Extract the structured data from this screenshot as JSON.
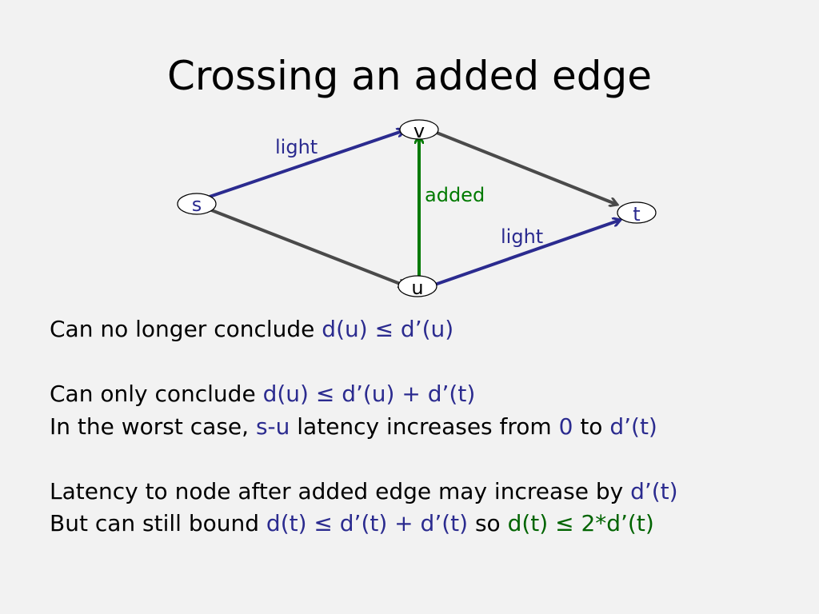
{
  "slide": {
    "title": "Crossing an added edge",
    "diagram": {
      "nodes": {
        "s": "s",
        "t": "t",
        "u": "u",
        "v": "v"
      },
      "edge_labels": {
        "sv": "light",
        "vu": "added",
        "ut": "light"
      },
      "colors": {
        "light": "#2b2b8f",
        "added": "#007a00",
        "plain": "#4a4a4a"
      }
    },
    "text": {
      "line1": {
        "a": "Can no longer conclude ",
        "b": "d(u) ≤ d’(u)"
      },
      "line2": {
        "a": "Can only conclude ",
        "b": "d(u) ≤ d’(u) + d’(t)"
      },
      "line3": {
        "a": "In the worst case, ",
        "b": "s-u",
        "c": " latency increases from ",
        "d": "0",
        "e": " to ",
        "f": "d’(t)"
      },
      "line4": {
        "a": "Latency to node after added edge may increase by ",
        "b": "d’(t)"
      },
      "line5": {
        "a": "But can still bound ",
        "b": "d(t) ≤ d’(t) + d’(t)",
        "c": " so ",
        "d": "d(t) ≤ 2*d’(t)"
      }
    }
  }
}
